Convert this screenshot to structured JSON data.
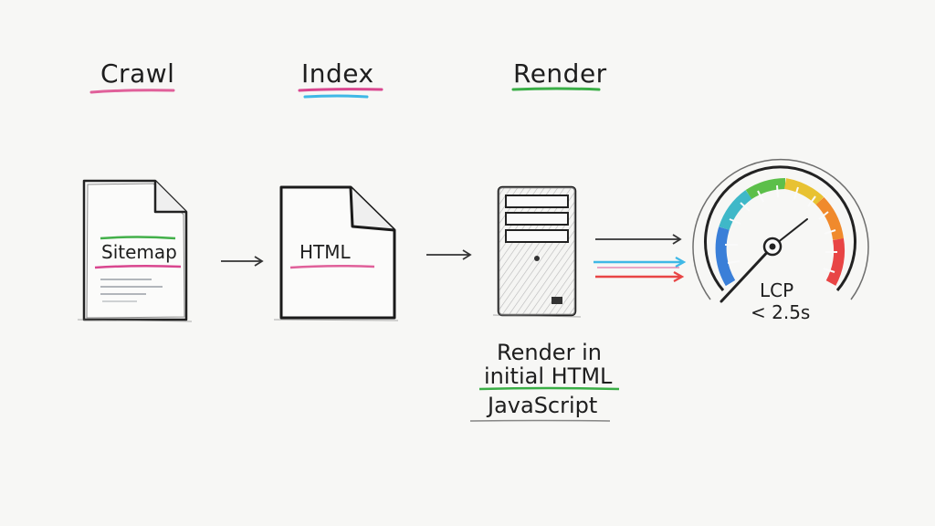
{
  "stages": [
    {
      "label": "Crawl",
      "underline_color": "#e0609a"
    },
    {
      "label": "Index",
      "underline_color": "#d9468f",
      "underline_color_2": "#3fb8e6"
    },
    {
      "label": "Render",
      "underline_color": "#3aae46"
    }
  ],
  "documents": [
    {
      "label": "Sitemap",
      "underline_top": "#43b04a",
      "underline_bottom": "#d9468f",
      "icon": "sitemap-document-icon"
    },
    {
      "label": "HTML",
      "underline_color": "#e0609a",
      "icon": "html-document-icon"
    }
  ],
  "server": {
    "icon": "server-icon"
  },
  "render_note": {
    "line1": "Render in",
    "line2": "initial HTML",
    "line3": "JavaScript",
    "underline_color": "#3aae46"
  },
  "gauge": {
    "icon": "speedometer-gauge-icon",
    "label_line1": "LCP",
    "label_line2": "< 2.5s"
  },
  "flow_arrows": [
    {
      "color": "#333333"
    },
    {
      "color": "#3fb8e6"
    },
    {
      "color": "#e84545"
    }
  ]
}
